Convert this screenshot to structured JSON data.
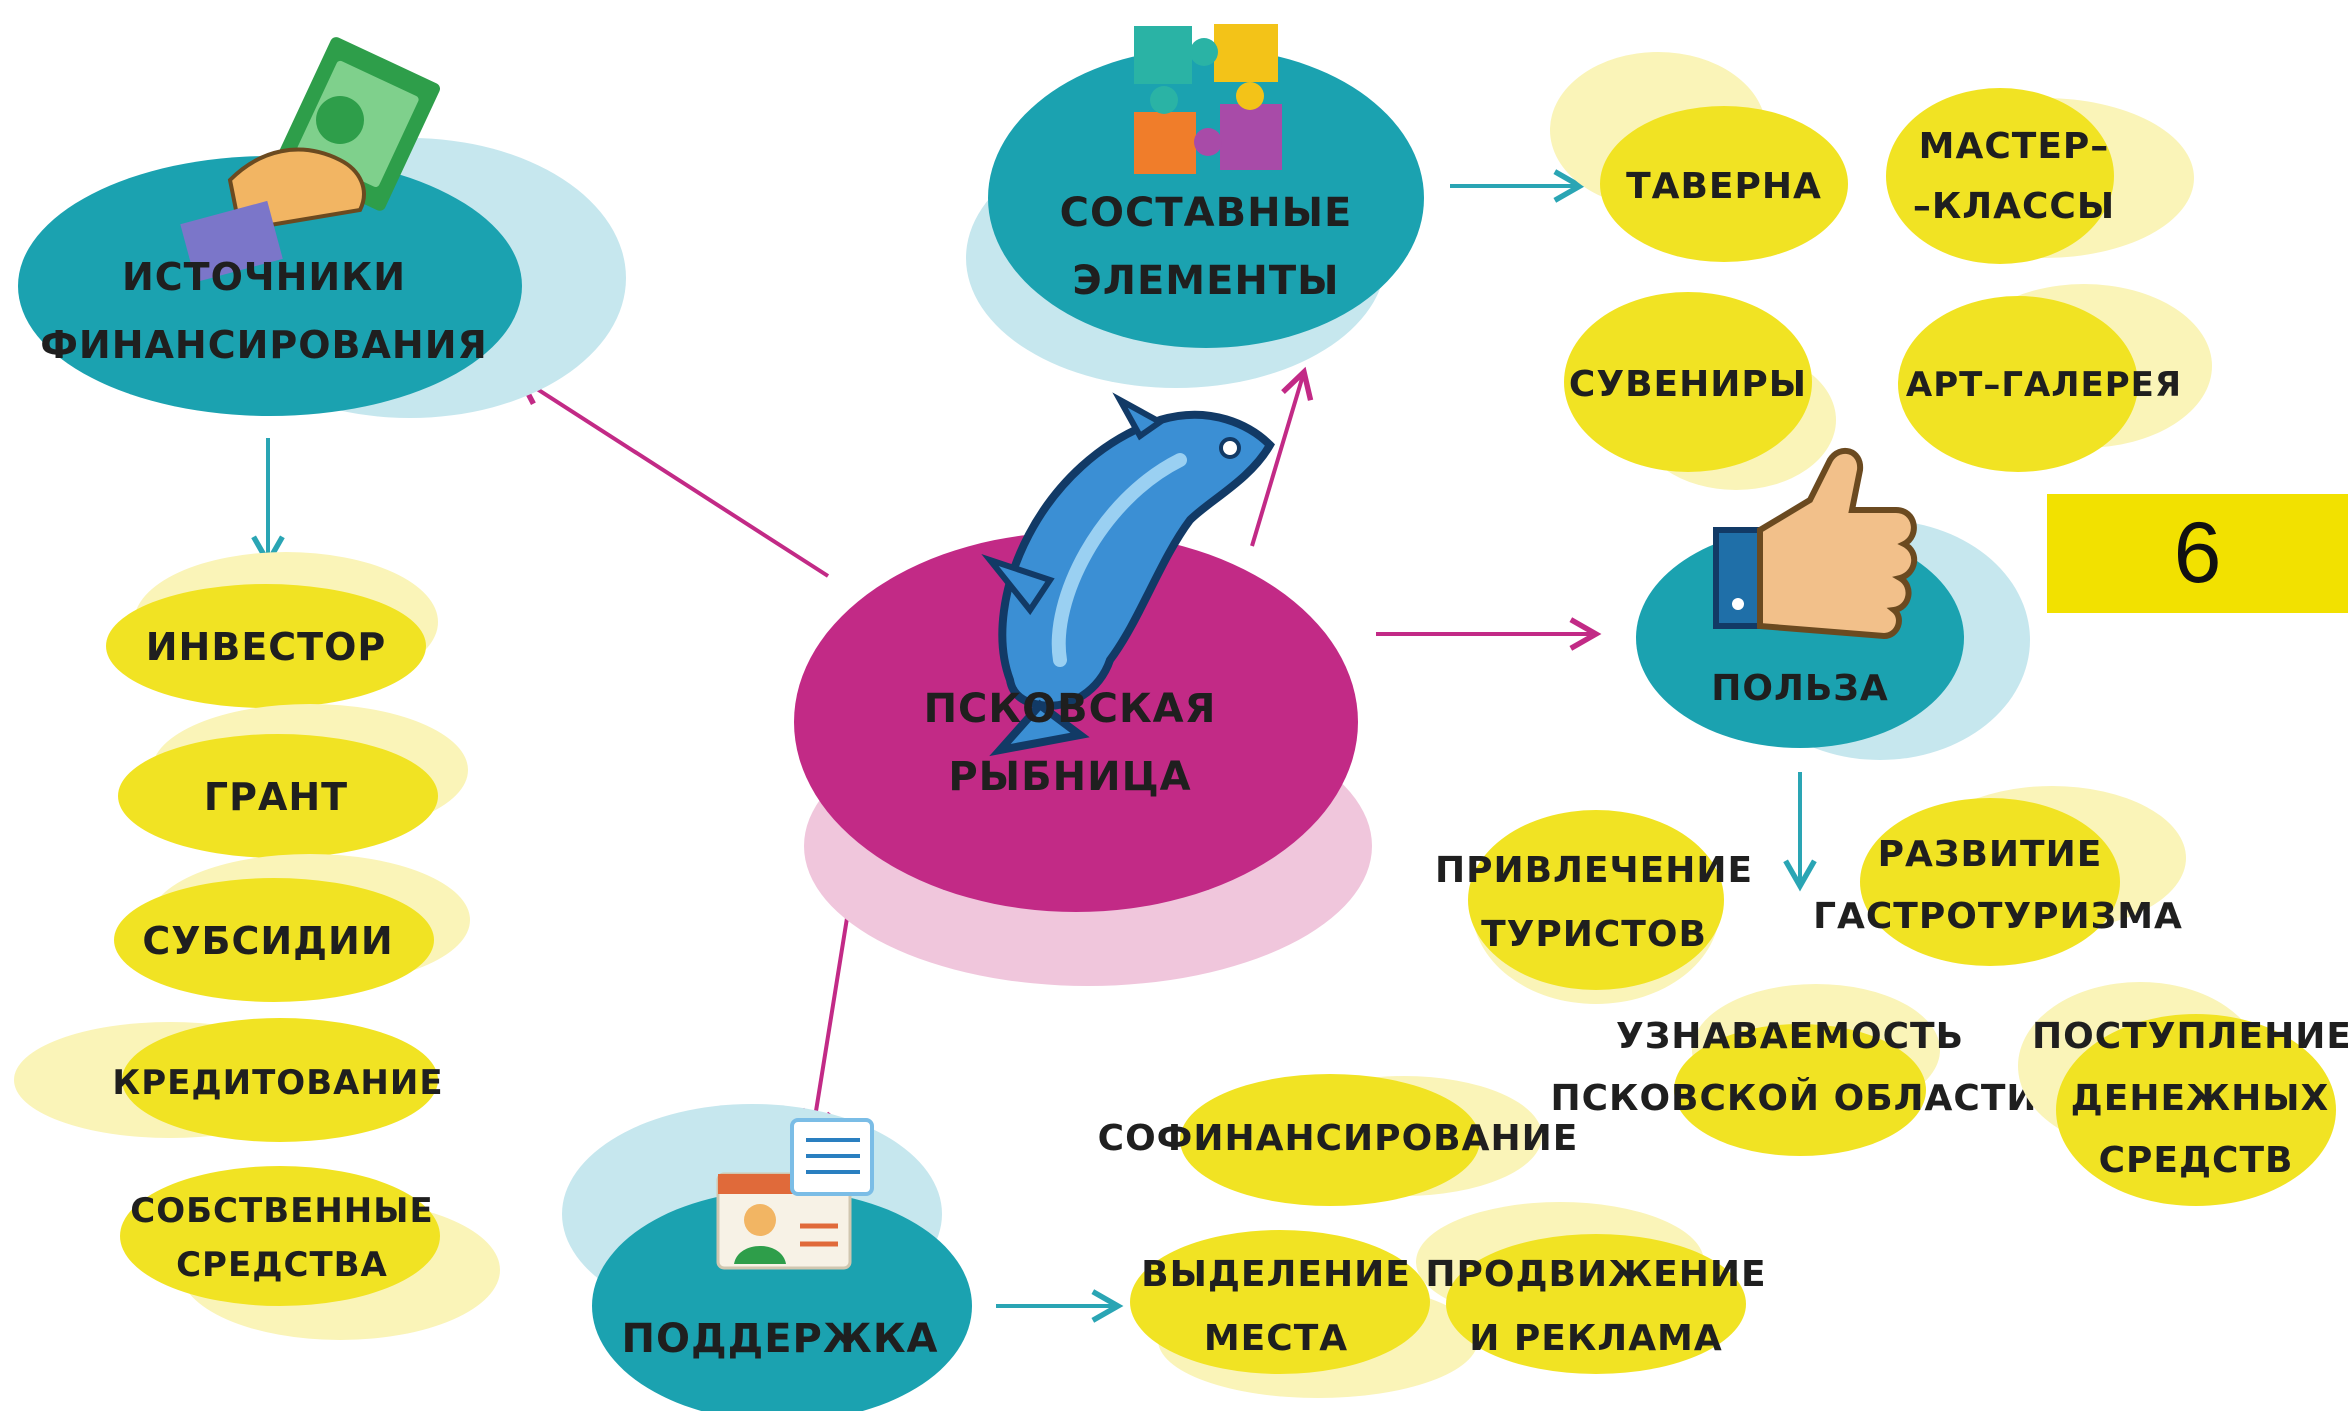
{
  "colors": {
    "teal": "#1ba2b0",
    "teal_shadow": "#c6e7ee",
    "magenta": "#c22a86",
    "magenta_shadow": "#f0c6dc",
    "yellow": "#f1e323",
    "yellow_shadow": "#faf4b8",
    "arrow_teal": "#2aa5b4",
    "arrow_magenta": "#c22a86",
    "badge": "#f2e100"
  },
  "page_number": "6",
  "center": {
    "line1": "ПСКОВСКАЯ",
    "line2": "РЫБНИЦА",
    "icon": "fish-icon"
  },
  "funding": {
    "title_line1": "ИСТОЧНИКИ",
    "title_line2": "ФИНАНСИРОВАНИЯ",
    "icon": "money-hand-icon",
    "items": [
      {
        "line1": "ИНВЕСТОР",
        "line2": ""
      },
      {
        "line1": "ГРАНТ",
        "line2": ""
      },
      {
        "line1": "СУБСИДИИ",
        "line2": ""
      },
      {
        "line1": "КРЕДИТОВАНИЕ",
        "line2": ""
      },
      {
        "line1": "СОБСТВЕННЫЕ",
        "line2": "СРЕДСТВА"
      }
    ]
  },
  "components": {
    "title_line1": "СОСТАВНЫЕ",
    "title_line2": "ЭЛЕМЕНТЫ",
    "icon": "puzzle-icon",
    "items": [
      {
        "line1": "ТАВЕРНА",
        "line2": ""
      },
      {
        "line1": "МАСТЕР–",
        "line2": "–КЛАССЫ"
      },
      {
        "line1": "СУВЕНИРЫ",
        "line2": ""
      },
      {
        "line1": "АРТ–ГАЛЕРЕЯ",
        "line2": ""
      }
    ]
  },
  "benefit": {
    "title": "ПОЛЬЗА",
    "icon": "thumbs-up-icon",
    "items": [
      {
        "line1": "ПРИВЛЕЧЕНИЕ",
        "line2": "ТУРИСТОВ"
      },
      {
        "line1": "РАЗВИТИЕ",
        "line2": "ГАСТРОТУРИЗМА"
      },
      {
        "line1": "УЗНАВАЕМОСТЬ",
        "line2": "ПСКОВСКОЙ ОБЛАСТИ"
      },
      {
        "line1": "ПОСТУПЛЕНИЕ",
        "line2": "ДЕНЕЖНЫХ",
        "line3": "СРЕДСТВ"
      }
    ]
  },
  "support": {
    "title": "ПОДДЕРЖКА",
    "icon": "profile-card-icon",
    "items": [
      {
        "line1": "СОФИНАНСИРОВАНИЕ",
        "line2": ""
      },
      {
        "line1": "ВЫДЕЛЕНИЕ",
        "line2": "МЕСТА"
      },
      {
        "line1": "ПРОДВИЖЕНИЕ",
        "line2": "И РЕКЛАМА"
      }
    ]
  }
}
